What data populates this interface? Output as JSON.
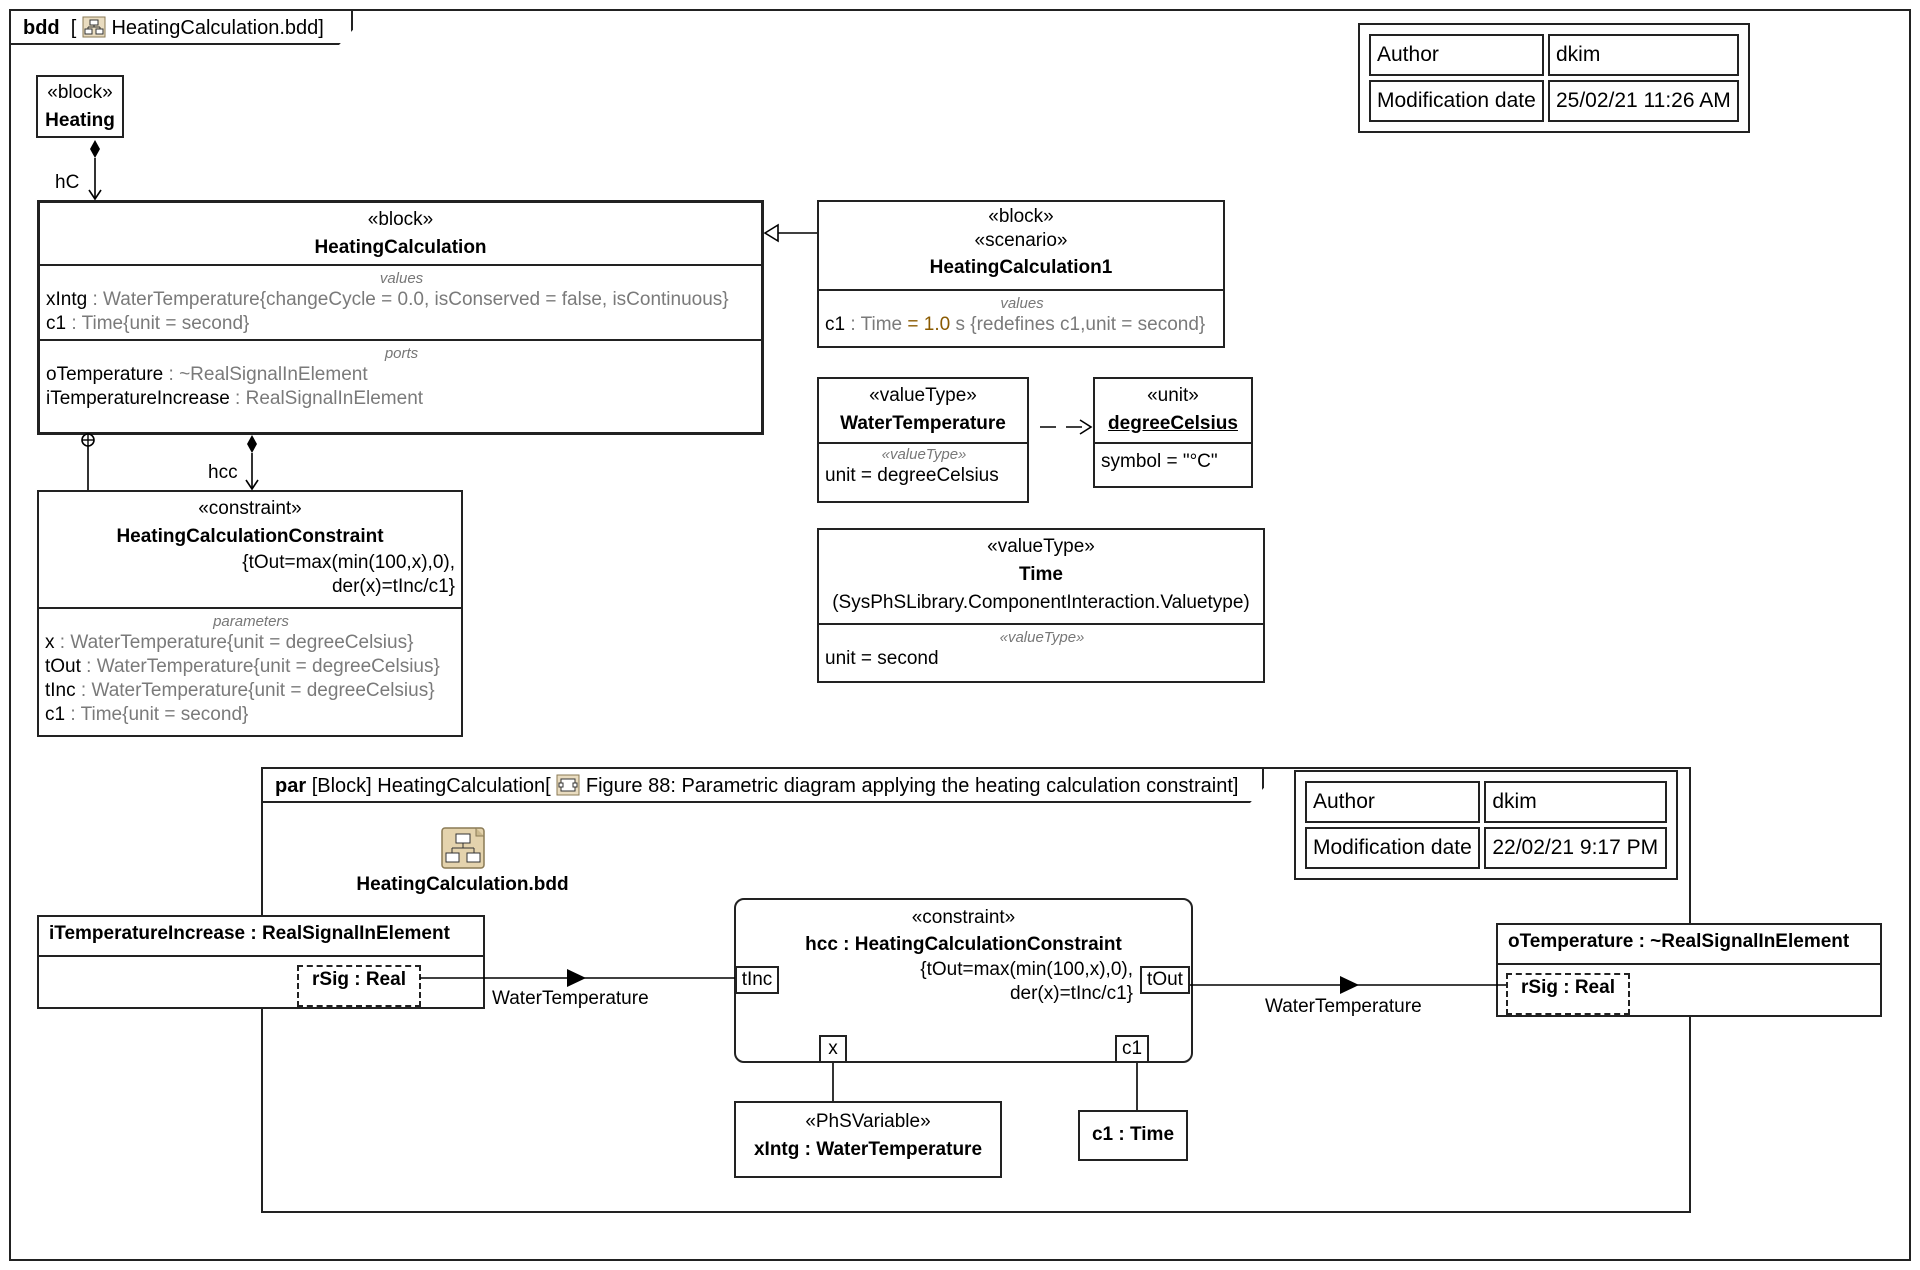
{
  "bdd": {
    "kind": "bdd",
    "name": "HeatingCalculation.bdd",
    "bracket_open": "[",
    "bracket_close": "]",
    "meta": {
      "author_label": "Author",
      "author_value": "dkim",
      "date_label": "Modification date",
      "date_value": "25/02/21 11:26 AM"
    },
    "heating": {
      "stereotype": "«block»",
      "name": "Heating"
    },
    "hc_role": "hC",
    "hcc_role": "hcc",
    "heating_calc": {
      "stereotype": "«block»",
      "name": "HeatingCalculation",
      "values_title": "values",
      "values": [
        {
          "name": "xIntg",
          "sep": " : ",
          "type": "WaterTemperature",
          "constraint": "{changeCycle = 0.0, isConserved = false, isContinuous}"
        },
        {
          "name": "c1",
          "sep": " : ",
          "type": "Time",
          "constraint": "{unit = second}"
        }
      ],
      "ports_title": "ports",
      "ports": [
        {
          "name": "oTemperature",
          "sep": " : ",
          "type": "~RealSignalInElement"
        },
        {
          "name": "iTemperatureIncrease",
          "sep": " : ",
          "type": "RealSignalInElement"
        }
      ]
    },
    "heating_calc1": {
      "stereotype1": "«block»",
      "stereotype2": "«scenario»",
      "name": "HeatingCalculation1",
      "values_title": "values",
      "value": {
        "name": "c1",
        "sep": " : ",
        "type": "Time",
        "eq": " = ",
        "default": "1.0",
        "unit": " s ",
        "constraint": "{redefines c1,unit = second}"
      }
    },
    "water_temp": {
      "stereotype": "«valueType»",
      "name": "WaterTemperature",
      "comp_title": "«valueType»",
      "prop": "unit = degreeCelsius"
    },
    "degree_celsius": {
      "stereotype": "«unit»",
      "name": "degreeCelsius",
      "prop": "symbol = \"°C\""
    },
    "time": {
      "stereotype": "«valueType»",
      "name": "Time",
      "qualifier": "(SysPhSLibrary.ComponentInteraction.Valuetype)",
      "comp_title": "«valueType»",
      "prop": "unit = second"
    },
    "constraint": {
      "stereotype": "«constraint»",
      "name": "HeatingCalculationConstraint",
      "expr1": "{tOut=max(min(100,x),0),",
      "expr2": "der(x)=tInc/c1}",
      "params_title": "parameters",
      "params": [
        {
          "name": "x",
          "sep": " : ",
          "type": "WaterTemperature",
          "constraint": "{unit = degreeCelsius}"
        },
        {
          "name": "tOut",
          "sep": " : ",
          "type": "WaterTemperature",
          "constraint": "{unit = degreeCelsius}"
        },
        {
          "name": "tInc",
          "sep": " : ",
          "type": "WaterTemperature",
          "constraint": "{unit = degreeCelsius}"
        },
        {
          "name": "c1",
          "sep": " : ",
          "type": "Time",
          "constraint": "{unit = second}"
        }
      ]
    }
  },
  "par": {
    "kind": "par",
    "block_kw": "[Block]",
    "block_name": "HeatingCalculation",
    "bracket_open": "[",
    "bracket_close": "]",
    "title": "Figure 88: Parametric diagram applying the heating calculation constraint",
    "meta": {
      "author_label": "Author",
      "author_value": "dkim",
      "date_label": "Modification date",
      "date_value": "22/02/21 9:17 PM"
    },
    "diagram_link": "HeatingCalculation.bdd",
    "itemp": {
      "name": "iTemperatureIncrease : RealSignalInElement",
      "inner": "rSig : Real"
    },
    "otemp": {
      "name": "oTemperature : ~RealSignalInElement",
      "inner": "rSig : Real"
    },
    "hcc": {
      "stereotype": "«constraint»",
      "name": "hcc : HeatingCalculationConstraint",
      "expr1": "{tOut=max(min(100,x),0),",
      "expr2": "der(x)=tInc/c1}",
      "port_tinc": "tInc",
      "port_tout": "tOut",
      "port_x": "x",
      "port_c1": "c1"
    },
    "flow_left": "WaterTemperature",
    "flow_right": "WaterTemperature",
    "xintg": {
      "stereotype": "«PhSVariable»",
      "name": "xIntg : WaterTemperature"
    },
    "c1time": {
      "name": "c1 : Time"
    }
  }
}
